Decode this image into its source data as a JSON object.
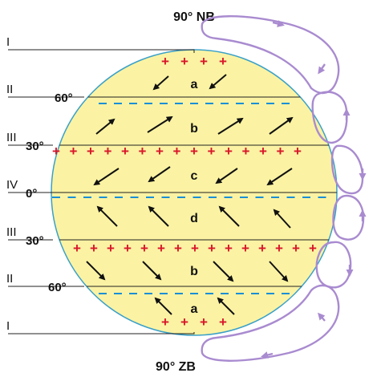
{
  "poles": {
    "north": "90° NB",
    "south": "90° ZB"
  },
  "latitudes": {
    "n60": "60°",
    "n30": "30°",
    "eq": "0°",
    "s30": "30°",
    "s60": "60°"
  },
  "roman": {
    "i_top": "I",
    "ii_top": "II",
    "iii_top": "III",
    "iv": "IV",
    "iii_bot": "III",
    "ii_bot": "II",
    "i_bot": "I"
  },
  "zones": {
    "n_a": "a",
    "n_b": "b",
    "n_c": "c",
    "s_d": "d",
    "s_b": "b",
    "s_a": "a"
  },
  "pressure": {
    "high": "+",
    "low": "–"
  },
  "colors": {
    "globe_fill": "#fbf3a3",
    "globe_stroke": "#3aa0c8",
    "high_pressure": "#d9152a",
    "low_pressure": "#1a8fd6",
    "circulation_cells": "#a98bd0",
    "wind_arrows": "#111111"
  }
}
